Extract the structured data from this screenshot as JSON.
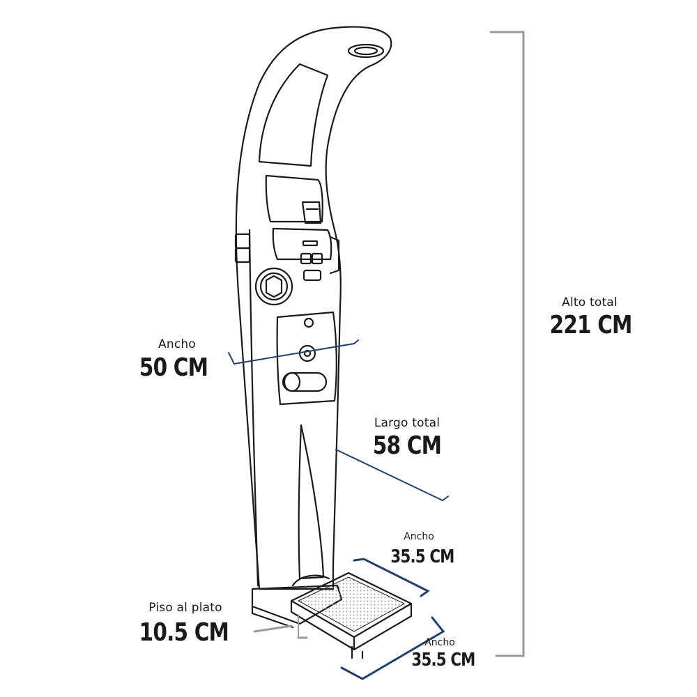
{
  "dimensions": {
    "alto_total": {
      "label": "Alto total",
      "value": "221 CM"
    },
    "ancho_columna": {
      "label": "Ancho",
      "value": "50 CM"
    },
    "largo_total": {
      "label": "Largo total",
      "value": "58 CM"
    },
    "ancho_plato_frente": {
      "label": "Ancho",
      "value": "35.5 CM"
    },
    "ancho_plato_lado": {
      "label": "Ancho",
      "value": "35.5 CM"
    },
    "piso_al_plato": {
      "label": "Piso al plato",
      "value": "10.5 CM"
    }
  },
  "colors": {
    "outline": "#1a1a1a",
    "dimension_blue": "#1f3f6e",
    "dimension_gray": "#9a9a9a"
  }
}
